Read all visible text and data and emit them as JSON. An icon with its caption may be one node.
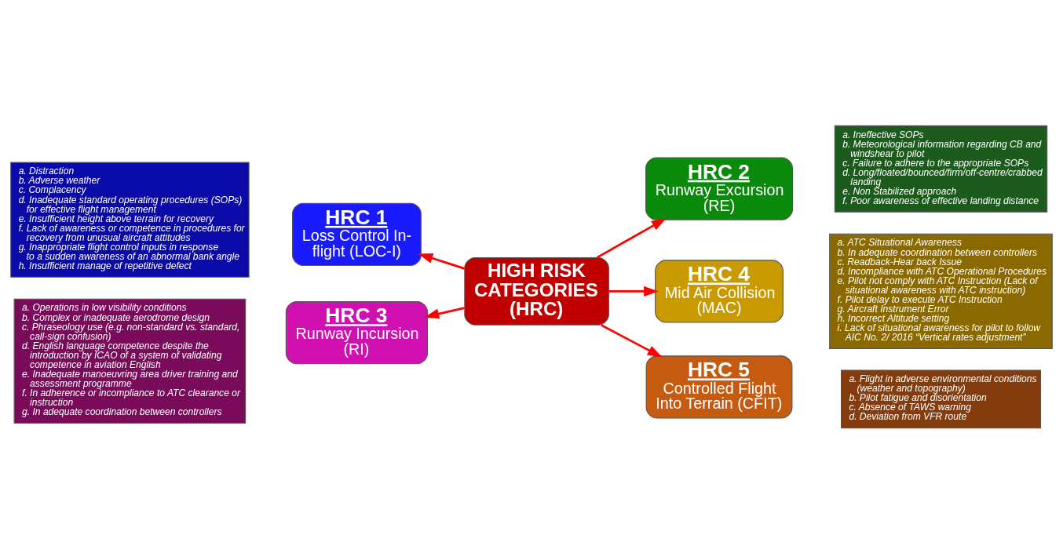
{
  "diagram": {
    "nodes": [
      {
        "text": [
          "HIGH RISK CATEGORIES (HRC)"
        ]
      },
      {
        "text": [
          "HRC 1",
          "Loss Control In-flight (LOC-I)"
        ]
      },
      {
        "text": [
          "a. Distraction",
          "b. Adverse weather",
          "c. Complacency",
          "d. Inadequate standard operating procedures (SOPs) for effective flight management",
          "e. Insufficient height above terrain for recovery",
          "f. Lack of awareness or competence in procedures for recovery from unusual aircraft attitudes",
          "g. Inappropriate flight control inputs in response to a sudden awareness of an abnormal bank angle",
          "h. Insufficient manage of repetitive defect"
        ]
      },
      {
        "text": [
          "HRC 2",
          "Runway Excursion (RE)"
        ]
      },
      {
        "text": [
          "a. Ineffective SOPs",
          "b. Meteorological information regarding CB and windshear to pilot",
          "c. Failure to adhere to the appropriate SOPs",
          "d. Long/floated/bounced/firm/off-centre/crabbed landing",
          "e. Non Stabilized approach",
          "f. Poor awareness of effective landing distance"
        ]
      },
      {
        "text": [
          "HRC 3",
          "Runway Incursion (RI)"
        ]
      },
      {
        "text": [
          "a. Operations in low visibility conditions",
          "b. Complex or inadequate aerodrome design",
          "c. Phraseology use (e.g. non-standard vs. standard, call-sign confusion)",
          "d. English language competence despite the introduction by ICAO of a system of validating competence in aviation English",
          "e. Inadequate manoeuvring area driver training and assessment programme",
          "f. In adherence or incompliance to ATC clearance or instruction",
          "g. In adequate coordination between controllers"
        ]
      },
      {
        "text": [
          "HRC 4",
          "Mid Air Collision (MAC)"
        ]
      },
      {
        "text": [
          "a. ATC Situational Awareness",
          "b. In adequate coordination between controllers",
          "c. Readback-Hear back Issue",
          "d. Incompliance with ATC Operational Procedures",
          "e. Pilot not comply with ATC Instruction (Lack of situational awareness with ATC instruction)",
          "f. Pilot delay to execute ATC Instruction",
          "g. Aircraft Instrument Error",
          "h. Incorrect Altitude setting",
          "i. Lack of situational awareness for pilot to follow AIC No. 2/ 2016 “Vertical rates adjustment”"
        ]
      },
      {
        "text": [
          "HRC 5",
          "Controlled Flight Into Terrain (CFIT)"
        ]
      },
      {
        "text": [
          "a. Flight in adverse environmental conditions (weather and topography)",
          "b. Pilot fatigue and disorientation",
          "c. Absence of TAWS warning",
          "d. Deviation from VFR route"
        ]
      }
    ],
    "edges": [
      {
        "from": 0,
        "to": 1,
        "arrow": "to"
      },
      {
        "from": 0,
        "to": 3,
        "arrow": "to"
      },
      {
        "from": 0,
        "to": 5,
        "arrow": "to"
      },
      {
        "from": 0,
        "to": 7,
        "arrow": "to"
      },
      {
        "from": 0,
        "to": 9,
        "arrow": "to"
      }
    ]
  }
}
